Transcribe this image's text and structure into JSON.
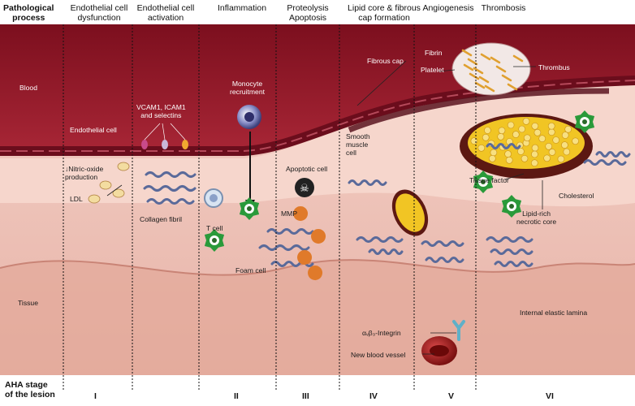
{
  "header": {
    "pathological_process": "Pathological\nprocess",
    "stages": [
      "Endothelial cell\ndysfunction",
      "Endothelial cell\nactivation",
      "Inflammation",
      "Proteolysis\nApoptosis",
      "Lipid core & fibrous\ncap formation",
      "Angiogenesis",
      "Thrombosis"
    ]
  },
  "regions": {
    "blood": "Blood",
    "tissue": "Tissue"
  },
  "labels": {
    "endothelial_cell": "Endothelial cell",
    "nitric_oxide": "↓Nitric-oxide\nproduction",
    "ldl": "LDL",
    "vcam": "VCAM1, ICAM1\nand selectins",
    "collagen": "Collagen fibril",
    "monocyte": "Monocyte\nrecruitment",
    "t_cell": "T cell",
    "foam_cell": "Foam cell",
    "apoptotic_cell": "Apoptotic cell",
    "mmp": "MMP",
    "fibrous_cap": "Fibrous cap",
    "smooth_muscle": "Smooth\nmuscle\ncell",
    "fibrin": "Fibrin",
    "platelet": "Platelet",
    "thrombus": "Thrombus",
    "tissue_factor": "Tissue factor",
    "cholesterol": "Cholesterol",
    "lipid_core": "Lipid-rich\nnecrotic core",
    "internal_elastic": "Internal elastic lamina",
    "integrin": "αᵥβ₃-Integrin",
    "new_vessel": "New blood vessel"
  },
  "footer": {
    "aha_stage": "AHA stage\nof the lesion",
    "stage_numerals": [
      "I",
      "II",
      "III",
      "IV",
      "V",
      "VI"
    ]
  },
  "colors": {
    "blood": "#9a1a2a",
    "tissue": "#f0c8c0",
    "wall": "#d98a8a",
    "endothelium": "#7a1224",
    "foam_cell": "#2a9a3a",
    "lipid": "#f2c21e",
    "collagen": "#5a6a9a"
  }
}
